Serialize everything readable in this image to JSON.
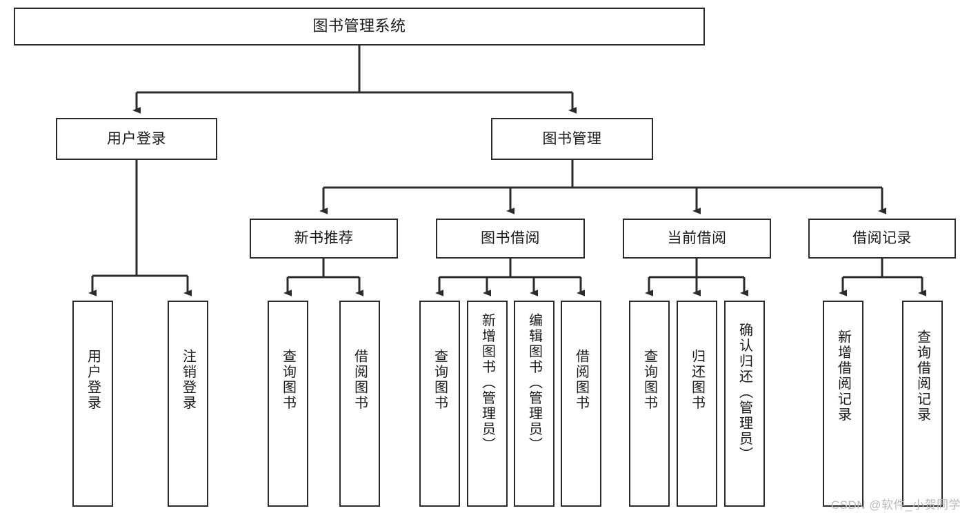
{
  "diagram": {
    "type": "tree-hierarchy-chart",
    "title": "图书管理系统",
    "line_color": "#2b2b2b",
    "box_fill": "#ffffff",
    "text_color": "#1a1a1a",
    "root": {
      "label": "图书管理系统"
    },
    "level2": [
      {
        "label": "用户登录"
      },
      {
        "label": "图书管理"
      }
    ],
    "level3": [
      {
        "label": "新书推荐"
      },
      {
        "label": "图书借阅"
      },
      {
        "label": "当前借阅"
      },
      {
        "label": "借阅记录"
      }
    ],
    "leaves": {
      "user_login": [
        {
          "label": "用户登录"
        },
        {
          "label": "注销登录"
        }
      ],
      "new_book": [
        {
          "label": "查询图书"
        },
        {
          "label": "借阅图书"
        }
      ],
      "borrow_book": [
        {
          "label": "查询图书"
        },
        {
          "label": "新增图书（管理员）"
        },
        {
          "label": "编辑图书（管理员）"
        },
        {
          "label": "借阅图书"
        }
      ],
      "current_borrow": [
        {
          "label": "查询图书"
        },
        {
          "label": "归还图书"
        },
        {
          "label": "确认归还（管理员）"
        }
      ],
      "borrow_record": [
        {
          "label": "新增借阅记录"
        },
        {
          "label": "查询借阅记录"
        }
      ]
    }
  },
  "watermark": {
    "text": "CSDN @软件_小贺同学"
  }
}
